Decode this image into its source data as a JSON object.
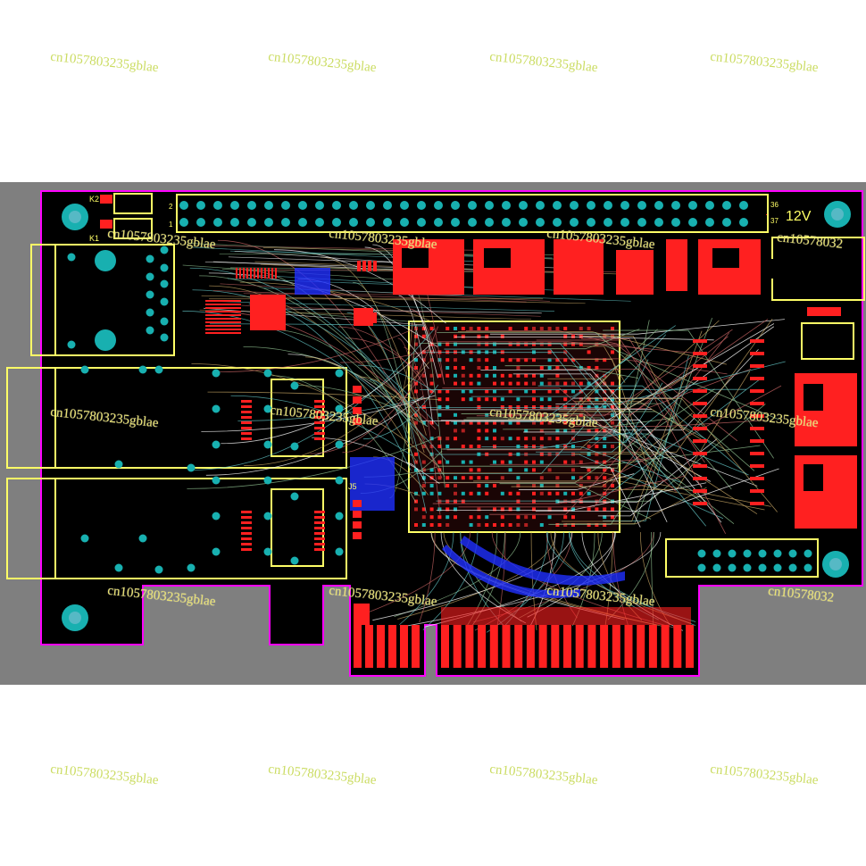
{
  "labels": {
    "k2": "K2",
    "k1": "K1",
    "j5": "J5",
    "voltage": "12V",
    "pin_one": "1",
    "pin_two": "2",
    "pin_top_right_a": "36",
    "pin_top_right_b": "37"
  },
  "watermarks": {
    "w1": "cn1057803235gblae",
    "w2": "cn1057803235gblae",
    "w3": "cn1057803235gblae",
    "w4": "cn1057803235gblae",
    "w5": "cn1057803235gblae",
    "w6": "cn1057803235gblae",
    "w7": "cn1057803235gblae",
    "w8": "cn1057803235gblae",
    "w9": "cn1057803235gblae",
    "w10": "cn1057803235gblae",
    "w11": "cn1057803235gblae",
    "w12": "cn1057803235gblae",
    "w13": "cn1057803235gblae",
    "w14": "cn1057803235gblae",
    "w15": "cn1057803235gblae",
    "w16": "cn1057803235gblae",
    "short1": "cn10578032",
    "short2": "cn10578032"
  },
  "colors": {
    "canvas": "#7f7f7f",
    "board": "#000000",
    "outline": "#ff00ff",
    "silk": "#ffff66",
    "top_copper": "#ff2020",
    "bottom_copper": "#2030ff",
    "via": "#18b0b0"
  }
}
